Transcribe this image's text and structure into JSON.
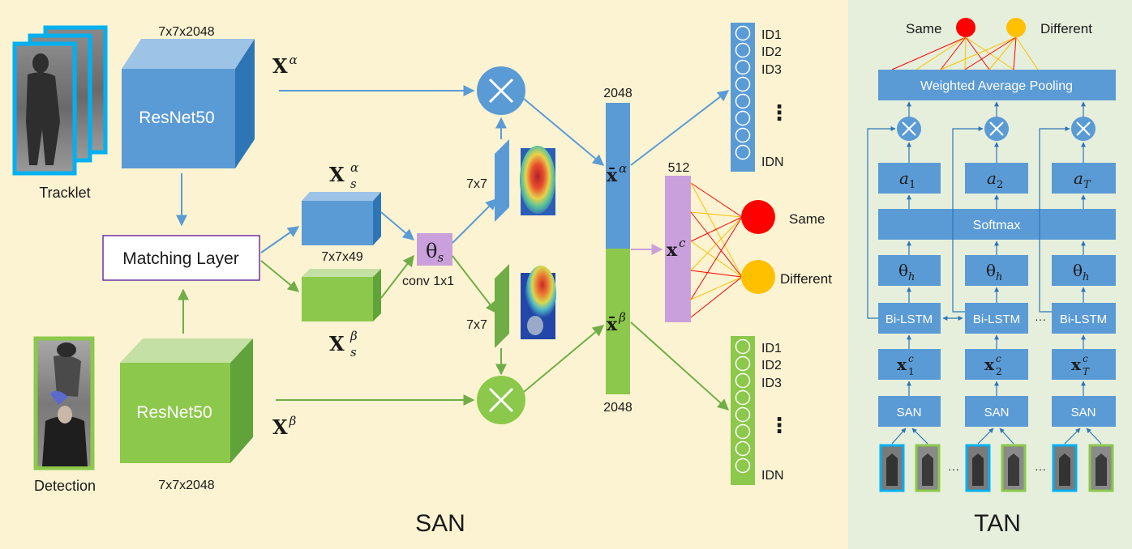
{
  "san": {
    "panel_title": "SAN",
    "tracklet_label": "Tracklet",
    "detection_label": "Detection",
    "resnet_top_label": "ResNet50",
    "resnet_bottom_label": "ResNet50",
    "resnet_top_dim": "7x7x2048",
    "resnet_bottom_dim": "7x7x2048",
    "matching_layer": "Matching Layer",
    "xs_box_dim": "7x7x49",
    "conv_label": "conv 1x1",
    "attn_top_dim": "7x7",
    "attn_bottom_dim": "7x7",
    "vec_top_dim": "2048",
    "vec_bottom_dim": "2048",
    "vec_c_dim": "512",
    "same_label": "Same",
    "different_label": "Different",
    "id_list_top": [
      "ID1",
      "ID2",
      "ID3",
      "IDN"
    ],
    "id_list_bottom": [
      "ID1",
      "ID2",
      "ID3",
      "IDN"
    ],
    "ellipsis": "⋮",
    "math": {
      "x_alpha_base": "X",
      "x_alpha_sup": "α",
      "x_beta_base": "X",
      "x_beta_sup": "β",
      "xs_alpha_base": "X",
      "xs_alpha_sub": "s",
      "xs_alpha_sup": "α",
      "xs_beta_base": "X",
      "xs_beta_sub": "s",
      "xs_beta_sup": "β",
      "theta_s_base": "θ",
      "theta_s_sub": "s",
      "xbar_alpha_base": "x̄",
      "xbar_alpha_sup": "α",
      "xbar_beta_base": "x̄",
      "xbar_beta_sup": "β",
      "xc_base": "x",
      "xc_sup": "c"
    }
  },
  "tan": {
    "panel_title": "TAN",
    "same_label": "Same",
    "different_label": "Different",
    "pooling_label": "Weighted Average Pooling",
    "softmax_label": "Softmax",
    "bilstm_label": "Bi-LSTM",
    "san_label": "SAN",
    "dots": "···",
    "columns": [
      {
        "a_base": "a",
        "a_sub": "1",
        "theta_base": "θ",
        "theta_sub": "h",
        "x_base": "x",
        "x_sub": "1",
        "x_sup": "c"
      },
      {
        "a_base": "a",
        "a_sub": "2",
        "theta_base": "θ",
        "theta_sub": "h",
        "x_base": "x",
        "x_sub": "2",
        "x_sup": "c"
      },
      {
        "a_base": "a",
        "a_sub": "T",
        "theta_base": "θ",
        "theta_sub": "h",
        "x_base": "x",
        "x_sub": "T",
        "x_sup": "c"
      }
    ]
  },
  "colors": {
    "san_bg": "#FCF3D2",
    "tan_bg": "#E6EFDC",
    "blue": "#5B9BD5",
    "green": "#8CC84B",
    "purple": "#C9A0DC",
    "red": "#FF0000",
    "orange": "#FFC000",
    "tracklet_frame": "#00B0F0",
    "detection_frame": "#8CC84B"
  }
}
